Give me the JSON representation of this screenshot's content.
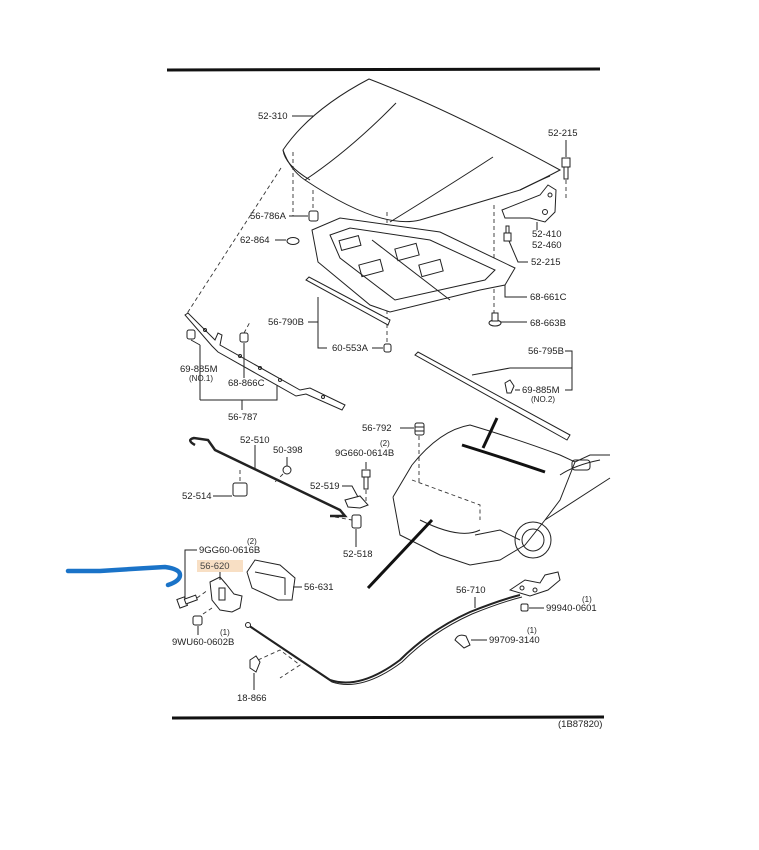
{
  "diagram": {
    "reference_code": "(1B87820)",
    "highlighted_part": "56-620",
    "highlight_color": "#f8dfc4",
    "annotation_marker_color": "#1a73c8",
    "parts": {
      "hood": "52-310",
      "bolt_top": "52-215",
      "bumper_upper": "56-786A",
      "plug": "62-864",
      "hinge_a": "52-410",
      "hinge_b": "52-460",
      "bolt_hinge": "52-215",
      "insulator": "68-661C",
      "clip_insulator": "68-663B",
      "seal_front": "56-790B",
      "clip_seal": "60-553A",
      "clip_no1": "69-885M",
      "clip_no1_note": "(NO.1)",
      "clip_weather": "68-866C",
      "weatherstrip": "56-787",
      "seal_rear": "56-795B",
      "clip_no2": "69-885M",
      "clip_no2_note": "(NO.2)",
      "rod": "52-510",
      "grommet": "50-398",
      "rod_holder": "52-514",
      "bumper_stop": "56-792",
      "bolt_9g": "9G660-0614B",
      "bolt_9g_qty": "(2)",
      "latch_bracket": "52-519",
      "catch": "52-518",
      "bolt_9gg": "9GG60-0616B",
      "bolt_9gg_qty": "(2)",
      "latch": "56-620",
      "latch_cover": "56-631",
      "nut_9wu": "9WU60-0602B",
      "nut_9wu_qty": "(1)",
      "cable": "56-710",
      "bolt_99940": "99940-0601",
      "bolt_99940_qty": "(1)",
      "clip_99709": "99709-3140",
      "clip_99709_qty": "(1)",
      "clamp": "18-866"
    }
  }
}
